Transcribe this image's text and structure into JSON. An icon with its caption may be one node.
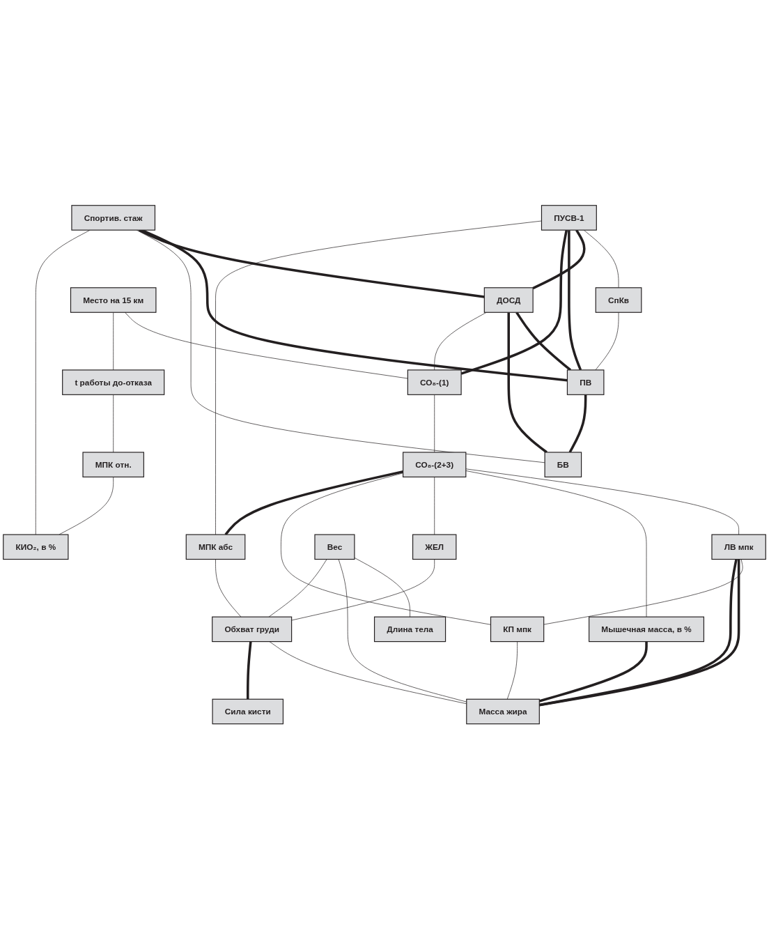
{
  "diagram": {
    "nodes": [
      {
        "text": [
          "ПУСВ-1"
        ]
      },
      {
        "text": [
          "СпКв"
        ]
      },
      {
        "text": [
          "Место на 15 км"
        ]
      },
      {
        "text": [
          "Спортив. стаж"
        ]
      },
      {
        "text": [
          "ДОСД"
        ]
      },
      {
        "text": [
          "ПВ"
        ]
      },
      {
        "text": [
          "t работы до-отказа"
        ]
      },
      {
        "text": [
          "МПК отн."
        ]
      },
      {
        "text": [
          "БВ"
        ]
      },
      {
        "text": [
          "КИО₂, в %"
        ]
      },
      {
        "text": [
          "СО₈-(1)"
        ]
      },
      {
        "text": [
          "СО₈-(2+3)"
        ]
      },
      {
        "text": [
          "ЛВ мпк"
        ]
      },
      {
        "text": [
          "ЖЕЛ"
        ]
      },
      {
        "text": [
          "Вес"
        ]
      },
      {
        "text": [
          "КП мпк"
        ]
      },
      {
        "text": [
          "МПК абс"
        ]
      },
      {
        "text": [
          "Длина тела"
        ]
      },
      {
        "text": [
          "Обхват груди"
        ]
      },
      {
        "text": [
          "Сила кисти"
        ]
      },
      {
        "text": [
          "Мышечная масса, в %"
        ]
      },
      {
        "text": [
          "Масса жира"
        ]
      }
    ],
    "edges": [
      {
        "from": 0,
        "to": 1,
        "arrow": "none"
      },
      {
        "from": 0,
        "to": 4,
        "arrow": "none",
        "style": "thick"
      },
      {
        "from": 0,
        "to": 5,
        "arrow": "none",
        "style": "thick"
      },
      {
        "from": 0,
        "to": 10,
        "arrow": "none",
        "style": "thick"
      },
      {
        "from": 0,
        "to": 16,
        "arrow": "none"
      },
      {
        "from": 2,
        "to": 10,
        "arrow": "none"
      },
      {
        "from": 1,
        "to": 5,
        "arrow": "none"
      },
      {
        "from": 3,
        "to": 5,
        "arrow": "none",
        "style": "thick"
      },
      {
        "from": 3,
        "to": 4,
        "arrow": "none",
        "style": "thick"
      },
      {
        "from": 4,
        "to": 5,
        "arrow": "none",
        "style": "thick"
      },
      {
        "from": 4,
        "to": 8,
        "arrow": "none",
        "style": "thick"
      },
      {
        "from": 5,
        "to": 8,
        "arrow": "none",
        "style": "thick"
      },
      {
        "from": 3,
        "to": 8,
        "arrow": "none"
      },
      {
        "from": 3,
        "to": 9,
        "arrow": "none"
      },
      {
        "from": 4,
        "to": 10,
        "arrow": "none"
      },
      {
        "from": 2,
        "to": 6,
        "arrow": "none"
      },
      {
        "from": 6,
        "to": 7,
        "arrow": "none"
      },
      {
        "from": 7,
        "to": 9,
        "arrow": "none"
      },
      {
        "from": 10,
        "to": 11,
        "arrow": "none"
      },
      {
        "from": 11,
        "to": 12,
        "arrow": "none"
      },
      {
        "from": 11,
        "to": 20,
        "arrow": "none"
      },
      {
        "from": 11,
        "to": 13,
        "arrow": "none"
      },
      {
        "from": 11,
        "to": 15,
        "arrow": "none"
      },
      {
        "from": 11,
        "to": 16,
        "arrow": "none",
        "style": "thick"
      },
      {
        "from": 12,
        "to": 15,
        "arrow": "none"
      },
      {
        "from": 12,
        "to": 21,
        "arrow": "none",
        "style": "thick"
      },
      {
        "from": 12,
        "to": 21,
        "arrow": "none",
        "style": "thick"
      },
      {
        "from": 16,
        "to": 18,
        "arrow": "none"
      },
      {
        "from": 14,
        "to": 17,
        "arrow": "none"
      },
      {
        "from": 14,
        "to": 21,
        "arrow": "none"
      },
      {
        "from": 14,
        "to": 18,
        "arrow": "none"
      },
      {
        "from": 15,
        "to": 21,
        "arrow": "none"
      },
      {
        "from": 18,
        "to": 21,
        "arrow": "none"
      },
      {
        "from": 18,
        "to": 19,
        "arrow": "none",
        "style": "thick"
      },
      {
        "from": 13,
        "to": 18,
        "arrow": "none"
      },
      {
        "from": 20,
        "to": 21,
        "arrow": "none",
        "style": "thick"
      }
    ]
  }
}
